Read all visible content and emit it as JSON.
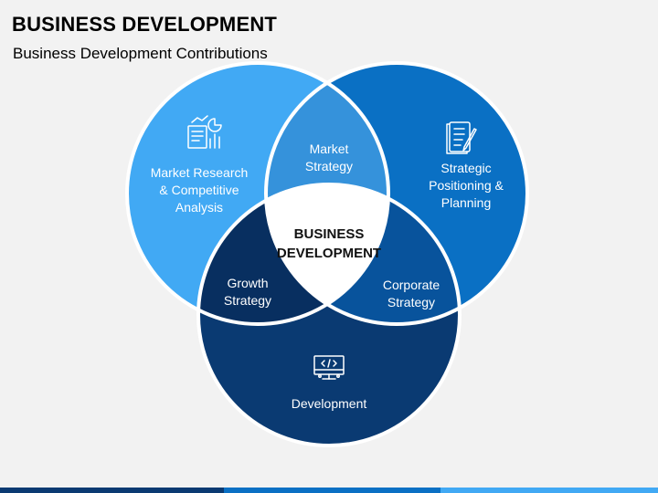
{
  "header": {
    "title": "BUSINESS DEVELOPMENT",
    "subtitle": "Business Development Contributions"
  },
  "venn": {
    "center": {
      "line1": "BUSINESS",
      "line2": "DEVELOPMENT"
    },
    "circles": [
      {
        "line1": "Market Research",
        "line2": "& Competitive",
        "line3": "Analysis",
        "icon": "market-research-icon",
        "color": "#41a9f4"
      },
      {
        "line1": "Strategic",
        "line2": "Positioning &",
        "line3": "Planning",
        "icon": "planning-checklist-icon",
        "color": "#0a70c4"
      },
      {
        "line1": "Development",
        "icon": "software-development-icon",
        "color": "#0a3a72"
      }
    ],
    "overlaps": {
      "market_strategy": {
        "line1": "Market",
        "line2": "Strategy",
        "color": "#3592db"
      },
      "growth_strategy": {
        "line1": "Growth",
        "line2": "Strategy",
        "color": "#082f60"
      },
      "corporate_strategy": {
        "line1": "Corporate",
        "line2": "Strategy",
        "color": "#08539c"
      }
    }
  },
  "colors": {
    "background": "#f2f2f2",
    "outline": "#ffffff",
    "bottom_bar": [
      "#0a3a72",
      "#0a70c4",
      "#41a9f4"
    ]
  }
}
